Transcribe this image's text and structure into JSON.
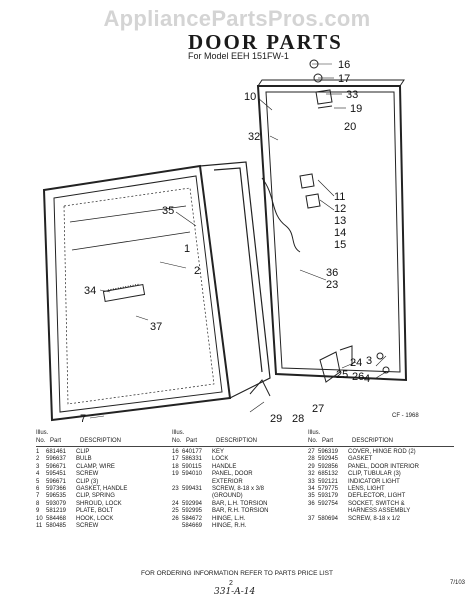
{
  "watermark": "AppliancePartsPros.com",
  "title": "DOOR PARTS",
  "subtitle": "For Model EEH 151FW-1",
  "callouts": [
    "16",
    "17",
    "33",
    "10",
    "19",
    "32",
    "20",
    "11",
    "12",
    "13",
    "14",
    "15",
    "35",
    "1",
    "36",
    "2",
    "23",
    "34",
    "37",
    "3",
    "24",
    "4",
    "26",
    "25",
    "27",
    "7",
    "29",
    "28"
  ],
  "diagram_code": "CF - 1968",
  "table_header": {
    "illus": "Illus.",
    "no": "No.",
    "part": "Part",
    "desc": "DESCRIPTION"
  },
  "parts_columns": [
    [
      {
        "no": "1",
        "part": "681461",
        "desc": "CLIP"
      },
      {
        "no": "2",
        "part": "596637",
        "desc": "BULB"
      },
      {
        "no": "3",
        "part": "596671",
        "desc": "CLAMP, WIRE"
      },
      {
        "no": "4",
        "part": "595451",
        "desc": "SCREW"
      },
      {
        "no": "5",
        "part": "596671",
        "desc": "CLIP (3)"
      },
      {
        "no": "6",
        "part": "597366",
        "desc": "GASKET, HANDLE"
      },
      {
        "no": "7",
        "part": "596535",
        "desc": "CLIP, SPRING"
      },
      {
        "no": "8",
        "part": "593079",
        "desc": "SHROUD, LOCK"
      },
      {
        "no": "9",
        "part": "581219",
        "desc": "PLATE, BOLT"
      },
      {
        "no": "10",
        "part": "584468",
        "desc": "HOOK, LOCK"
      },
      {
        "no": "11",
        "part": "580485",
        "desc": "SCREW"
      }
    ],
    [
      {
        "no": "16",
        "part": "640177",
        "desc": "KEY"
      },
      {
        "no": "17",
        "part": "586331",
        "desc": "LOCK"
      },
      {
        "no": "18",
        "part": "590115",
        "desc": "HANDLE"
      },
      {
        "no": "19",
        "part": "594010",
        "desc": "PANEL, DOOR"
      },
      {
        "no": "",
        "part": "",
        "desc": "EXTERIOR"
      },
      {
        "no": "23",
        "part": "599431",
        "desc": "SCREW, 8-18 x 3/8"
      },
      {
        "no": "",
        "part": "",
        "desc": "(GROUND)"
      },
      {
        "no": "24",
        "part": "592994",
        "desc": "BAR, L.H. TORSION"
      },
      {
        "no": "25",
        "part": "592995",
        "desc": "BAR, R.H. TORSION"
      },
      {
        "no": "26",
        "part": "584672",
        "desc": "HINGE, L.H."
      },
      {
        "no": "",
        "part": "584669",
        "desc": "HINGE, R.H."
      }
    ],
    [
      {
        "no": "27",
        "part": "596319",
        "desc": "COVER, HINGE ROD (2)"
      },
      {
        "no": "28",
        "part": "592945",
        "desc": "GASKET"
      },
      {
        "no": "29",
        "part": "592856",
        "desc": "PANEL, DOOR INTERIOR"
      },
      {
        "no": "32",
        "part": "685132",
        "desc": "CLIP, TUBULAR (3)"
      },
      {
        "no": "33",
        "part": "592121",
        "desc": "INDICATOR LIGHT"
      },
      {
        "no": "34",
        "part": "579775",
        "desc": "LENS, LIGHT"
      },
      {
        "no": "35",
        "part": "593179",
        "desc": "DEFLECTOR, LIGHT"
      },
      {
        "no": "36",
        "part": "592754",
        "desc": "SOCKET, SWITCH &"
      },
      {
        "no": "",
        "part": "",
        "desc": "HARNESS ASSEMBLY"
      },
      {
        "no": "37",
        "part": "580694",
        "desc": "SCREW, 8-18 x 1/2"
      }
    ]
  ],
  "footer": "FOR ORDERING INFORMATION REFER TO PARTS PRICE LIST",
  "page_number": "2",
  "handwritten_note": "331-A-14",
  "page_code": "7/103"
}
